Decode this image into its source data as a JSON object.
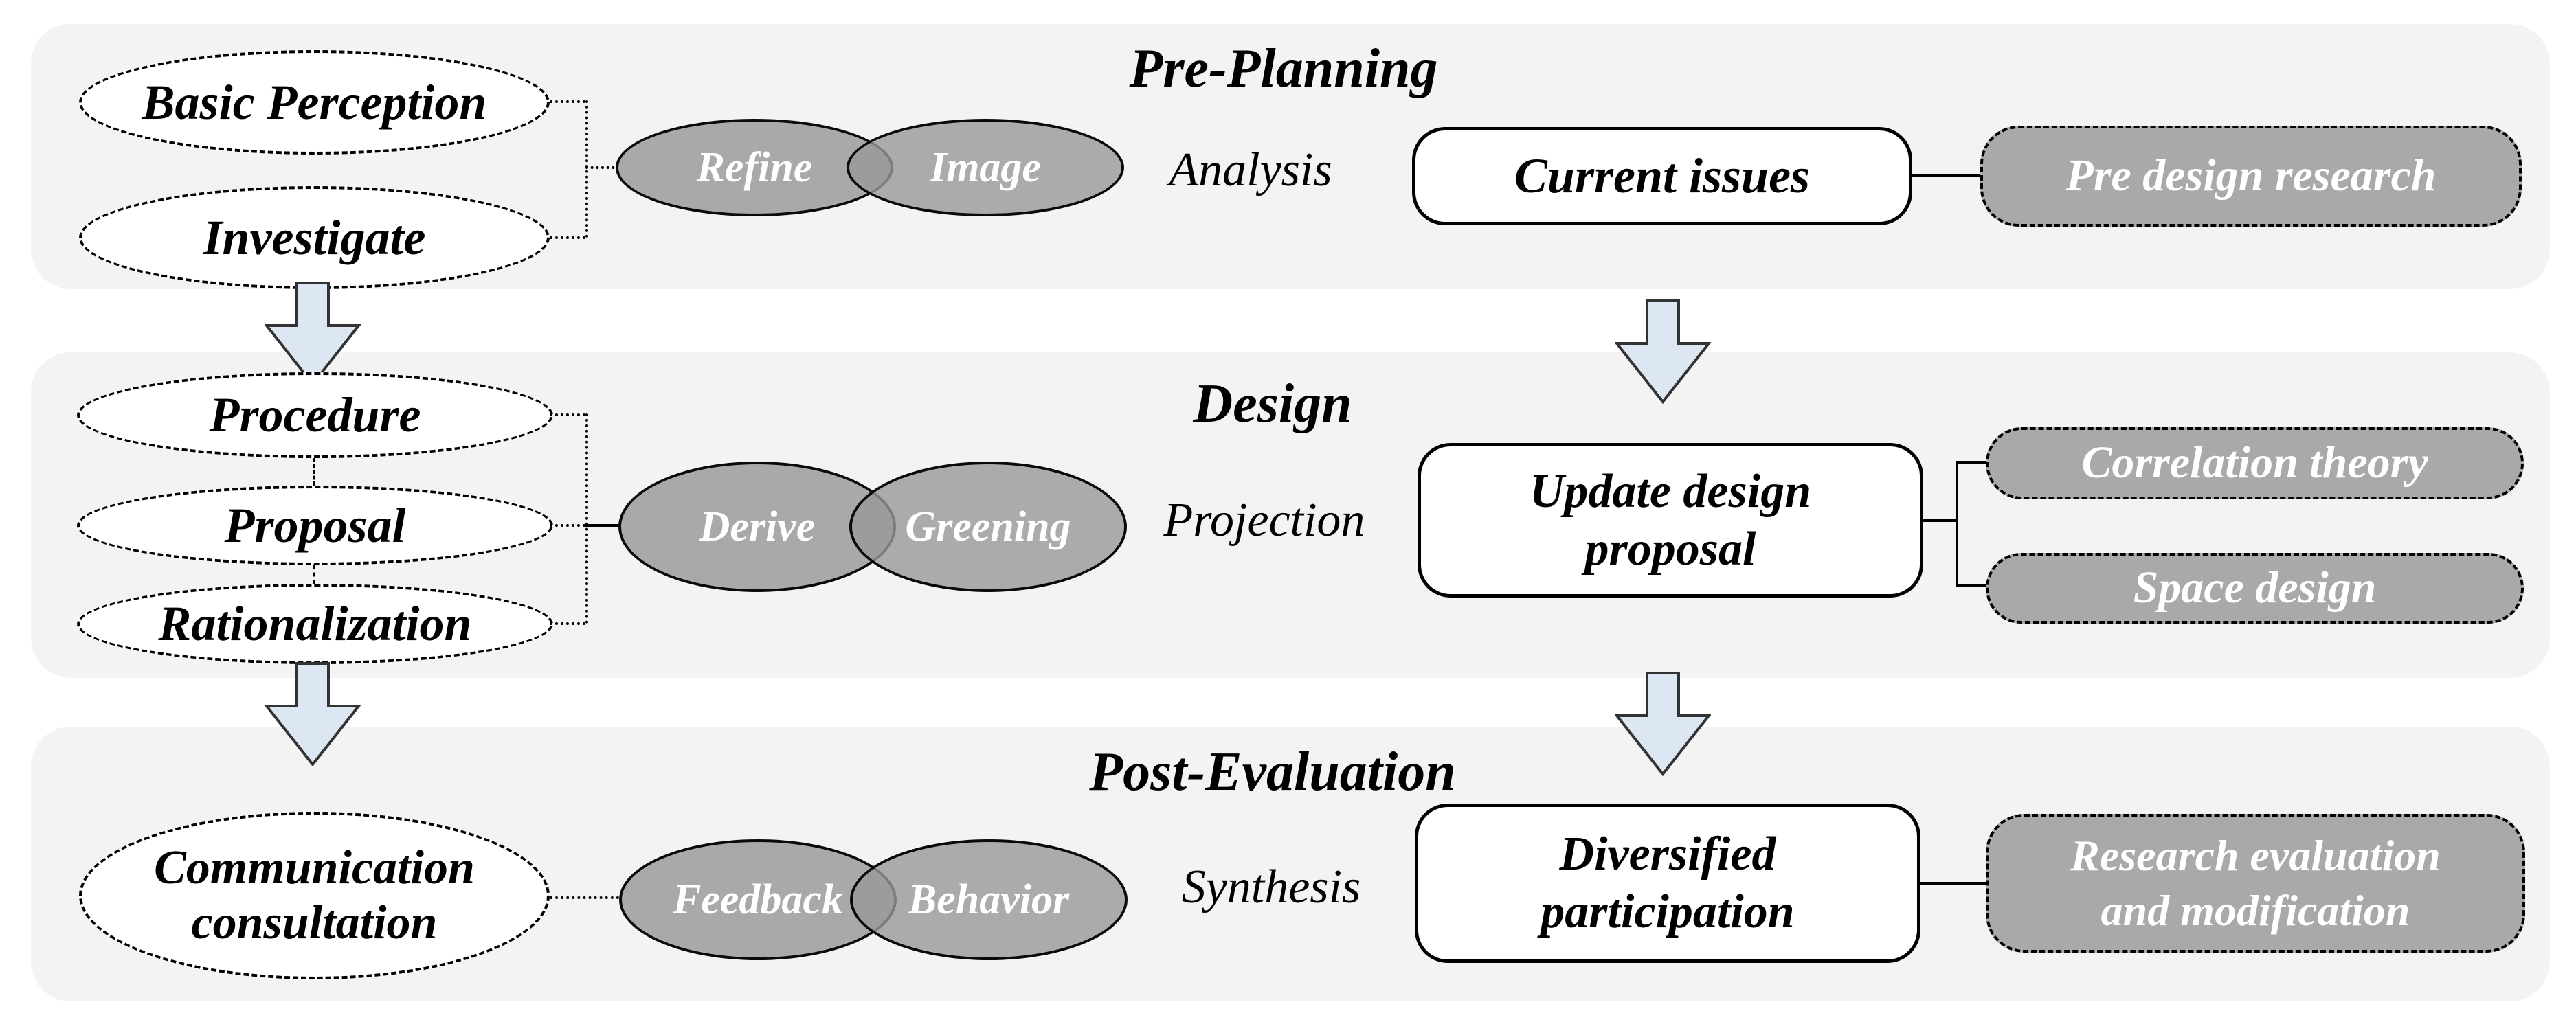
{
  "diagram": {
    "colors": {
      "band_bg": "#f3f3f3",
      "gray_fill": "#a9a9a9",
      "arrow_fill": "#dde7f4",
      "page_bg": "#ffffff"
    },
    "rows": [
      {
        "title": "Pre-Planning",
        "inputs": [
          "Basic Perception",
          "Investigate"
        ],
        "venn": {
          "left": "Refine",
          "right": "Image"
        },
        "phase_label": "Analysis",
        "output_box": "Current issues",
        "resources": [
          "Pre design research"
        ]
      },
      {
        "title": "Design",
        "inputs": [
          "Procedure",
          "Proposal",
          "Rationalization"
        ],
        "venn": {
          "left": "Derive",
          "right": "Greening"
        },
        "phase_label": "Projection",
        "output_box": "Update design proposal",
        "resources": [
          "Correlation theory",
          "Space design"
        ]
      },
      {
        "title": "Post-Evaluation",
        "inputs": [
          "Communication consultation"
        ],
        "venn": {
          "left": "Feedback",
          "right": "Behavior"
        },
        "phase_label": "Synthesis",
        "output_box": "Diversified participation",
        "resources": [
          "Research evaluation and modification"
        ]
      }
    ]
  }
}
